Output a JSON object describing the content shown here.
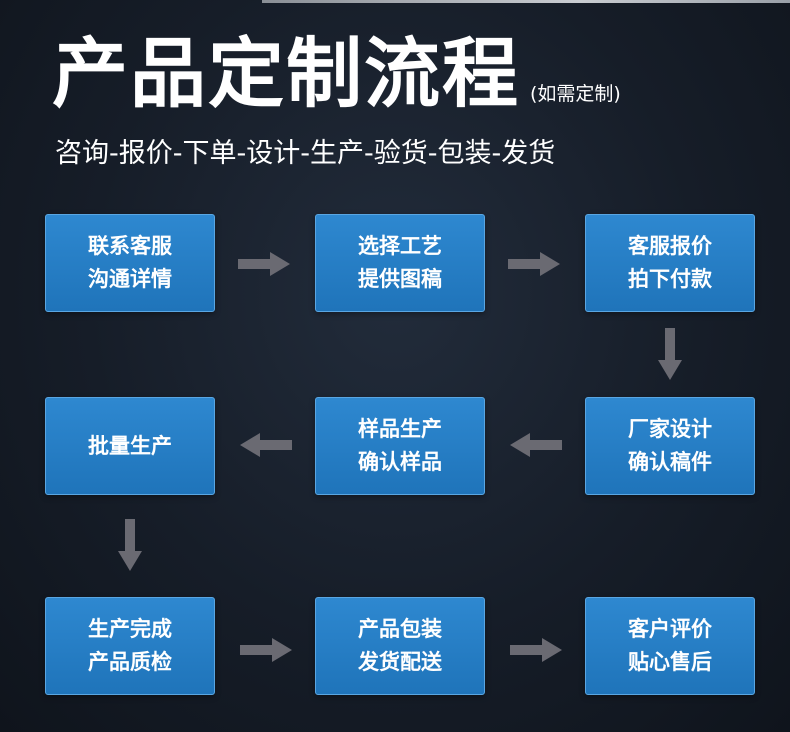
{
  "header": {
    "title": "产品定制流程",
    "subtitle": "(如需定制)",
    "steps_line": "咨询-报价-下单-设计-生产-验货-包装-发货"
  },
  "colors": {
    "background": "#161d28",
    "box_fill": "#2680c6",
    "box_border": "#5aa6e2",
    "arrow": "#6a6a72",
    "text": "#ffffff"
  },
  "boxes": [
    {
      "line1": "联系客服",
      "line2": "沟通详情"
    },
    {
      "line1": "选择工艺",
      "line2": "提供图稿"
    },
    {
      "line1": "客服报价",
      "line2": "拍下付款"
    },
    {
      "line1": "厂家设计",
      "line2": "确认稿件"
    },
    {
      "line1": "样品生产",
      "line2": "确认样品"
    },
    {
      "line1": "批量生产",
      "line2": ""
    },
    {
      "line1": "生产完成",
      "line2": "产品质检"
    },
    {
      "line1": "产品包装",
      "line2": "发货配送"
    },
    {
      "line1": "客户评价",
      "line2": "贴心售后"
    }
  ]
}
